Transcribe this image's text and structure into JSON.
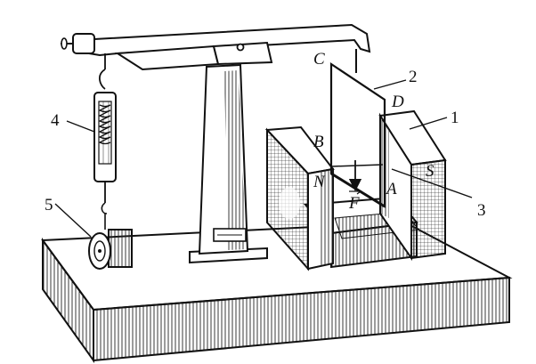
{
  "labels": {
    "n1": "1",
    "n2": "2",
    "n3": "3",
    "n4": "4",
    "n5": "5",
    "C": "C",
    "D": "D",
    "B": "B",
    "A": "A",
    "N": "N",
    "S": "S",
    "F": "F"
  }
}
